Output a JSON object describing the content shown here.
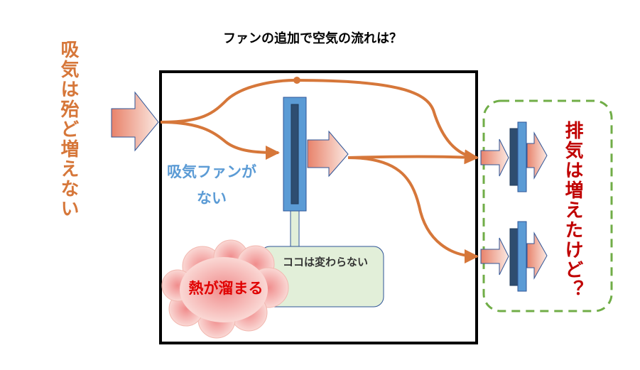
{
  "title": "ファンの追加で空気の流れは？",
  "left_label": "吸気は殆ど増えない",
  "right_label": "排気は増えたけど？",
  "no_intake_fan_label": [
    "吸気ファンが",
    "ない"
  ],
  "unchanged_box_label": "ココは変わらない",
  "heat_cloud_label": "熱が溜まる",
  "colors": {
    "flow": "#d6773a",
    "arrow_fill_start": "#e8826a",
    "arrow_fill_end": "#fbe9e2",
    "fan_light": "#5b9bd5",
    "fan_dark": "#2e4d70",
    "dashed_box": "#70ad47",
    "pipe_box_fill": "#e2efd9",
    "left_label": "#d6773a",
    "right_label": "#c00000",
    "blue_label": "#5b9bd5",
    "heat_label": "#e00000",
    "cloud_center": "#f08c8c",
    "cloud_edge": "#fbe0dc"
  }
}
